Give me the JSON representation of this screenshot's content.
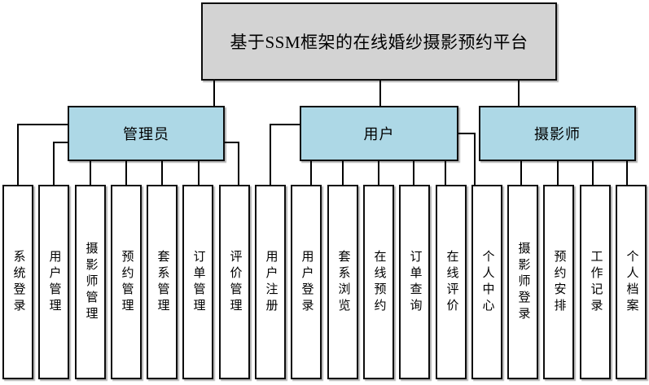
{
  "diagram": {
    "title": "基于SSM框架的在线婚纱摄影预约平台",
    "colors": {
      "title_fill": "#d3d3d3",
      "branch_fill": "#add8e6",
      "leaf_fill": "#ffffff",
      "line": "#000000"
    },
    "branches": [
      {
        "label": "管理员",
        "children": [
          "系统登录",
          "用户管理",
          "摄影师管理",
          "预约管理",
          "套系管理",
          "订单管理",
          "评价管理"
        ]
      },
      {
        "label": "用户",
        "children": [
          "用户注册",
          "用户登录",
          "套系浏览",
          "在线预约",
          "订单查询",
          "在线评价",
          "个人中心"
        ]
      },
      {
        "label": "摄影师",
        "children": [
          "摄影师登录",
          "预约安排",
          "工作记录",
          "个人档案"
        ]
      }
    ]
  }
}
